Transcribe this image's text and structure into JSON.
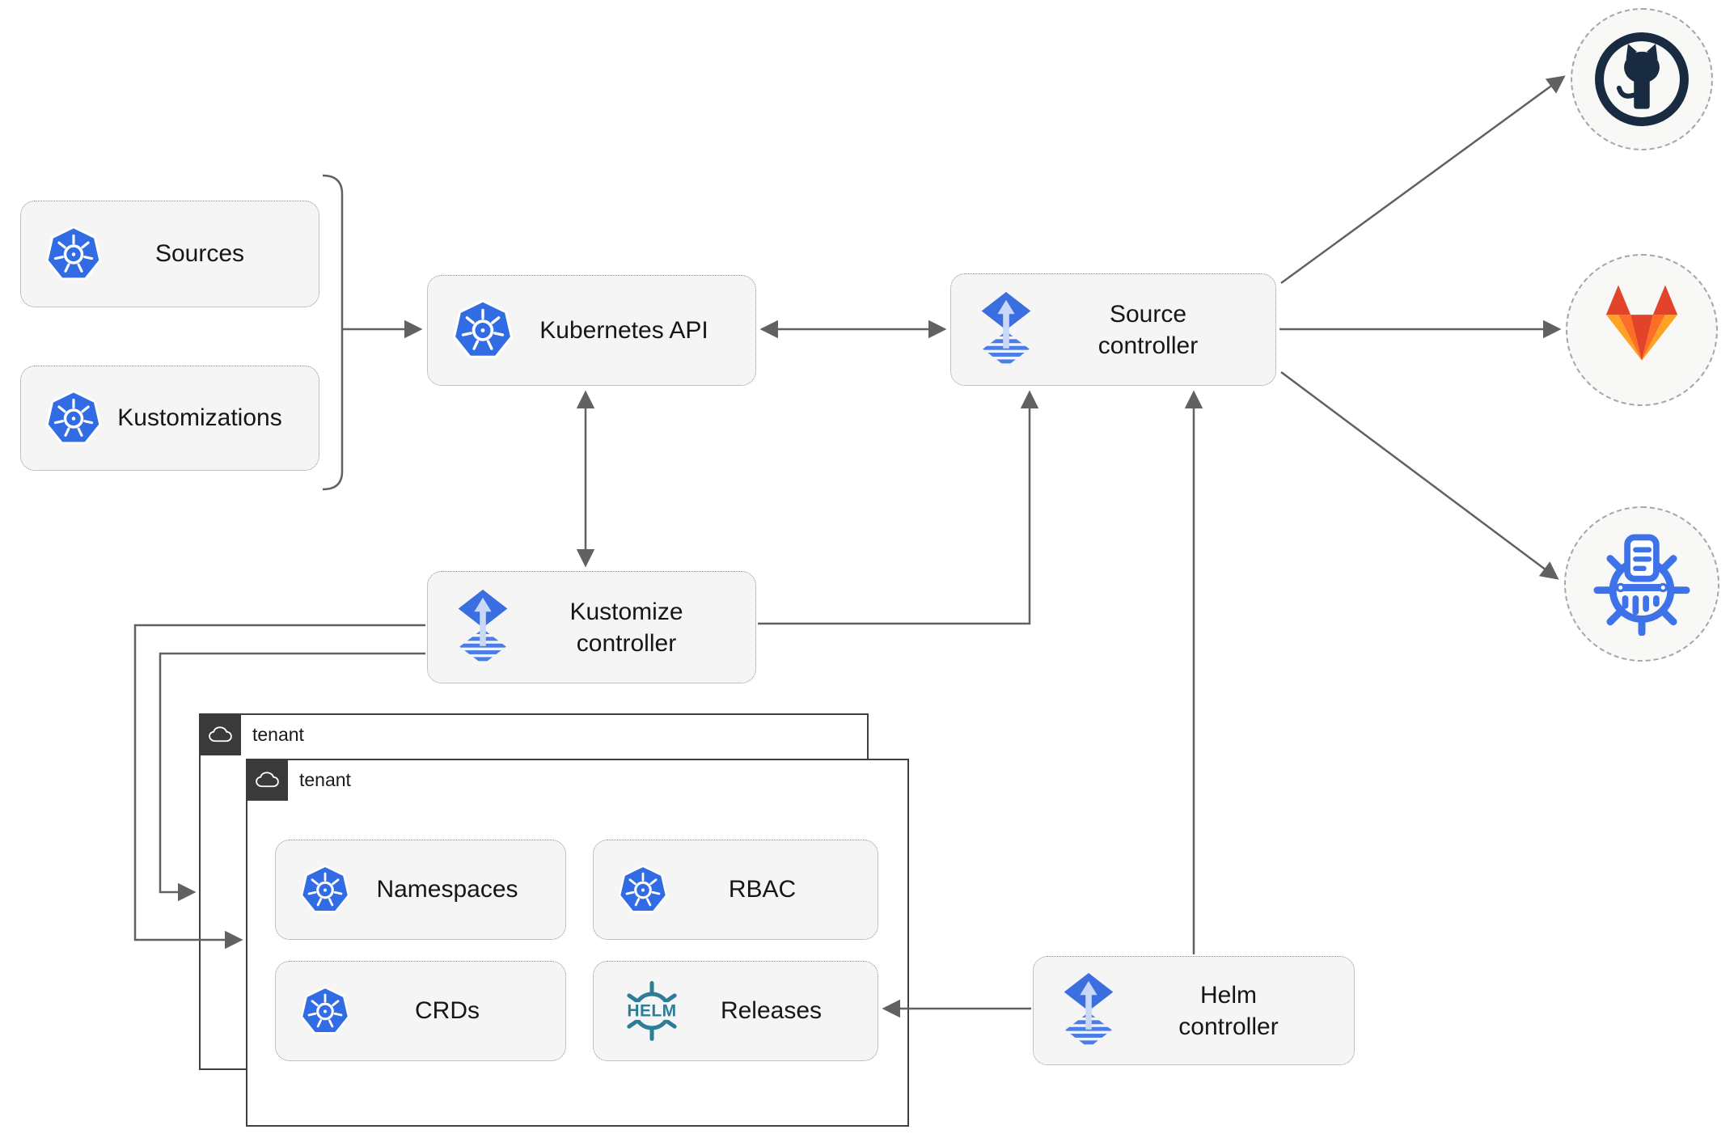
{
  "diagram": {
    "nodes": {
      "sources": {
        "label": "Sources",
        "icon": "kubernetes-icon"
      },
      "kustomizations": {
        "label": "Kustomizations",
        "icon": "kubernetes-icon"
      },
      "kubernetes_api": {
        "label": "Kubernetes API",
        "icon": "kubernetes-icon"
      },
      "source_controller": {
        "label": "Source controller",
        "icon": "flux-icon"
      },
      "kustomize_controller": {
        "label": "Kustomize controller",
        "icon": "flux-icon"
      },
      "helm_controller": {
        "label": "Helm controller",
        "icon": "flux-icon"
      },
      "namespaces": {
        "label": "Namespaces",
        "icon": "kubernetes-icon"
      },
      "rbac": {
        "label": "RBAC",
        "icon": "kubernetes-icon"
      },
      "crds": {
        "label": "CRDs",
        "icon": "kubernetes-icon"
      },
      "releases": {
        "label": "Releases",
        "icon": "helm-icon"
      }
    },
    "groups": [
      {
        "label": "tenant",
        "icon": "cloud-icon"
      },
      {
        "label": "tenant",
        "icon": "cloud-icon"
      }
    ],
    "endpoints": [
      {
        "name": "github",
        "icon": "github-icon"
      },
      {
        "name": "gitlab",
        "icon": "gitlab-icon"
      },
      {
        "name": "kustomize",
        "icon": "kustomize-icon"
      }
    ],
    "helm_logo_text": "HELM",
    "colors": {
      "kubernetes_blue": "#326ce5",
      "flux_blue": "#3b6fe0",
      "flux_stripe_blue": "#4a7de8",
      "flux_arrow_light": "#c9d8f6",
      "github_dark": "#182b40",
      "gitlab_red": "#e24329",
      "gitlab_orange": "#fc6d26",
      "gitlab_light_orange": "#fca326",
      "helm_teal": "#2e7d97",
      "kustomize_blue": "#3d72e8",
      "arrow_gray": "#616161",
      "node_fill": "#f5f5f5",
      "tenant_tab_dark": "#3a3a3a"
    }
  }
}
